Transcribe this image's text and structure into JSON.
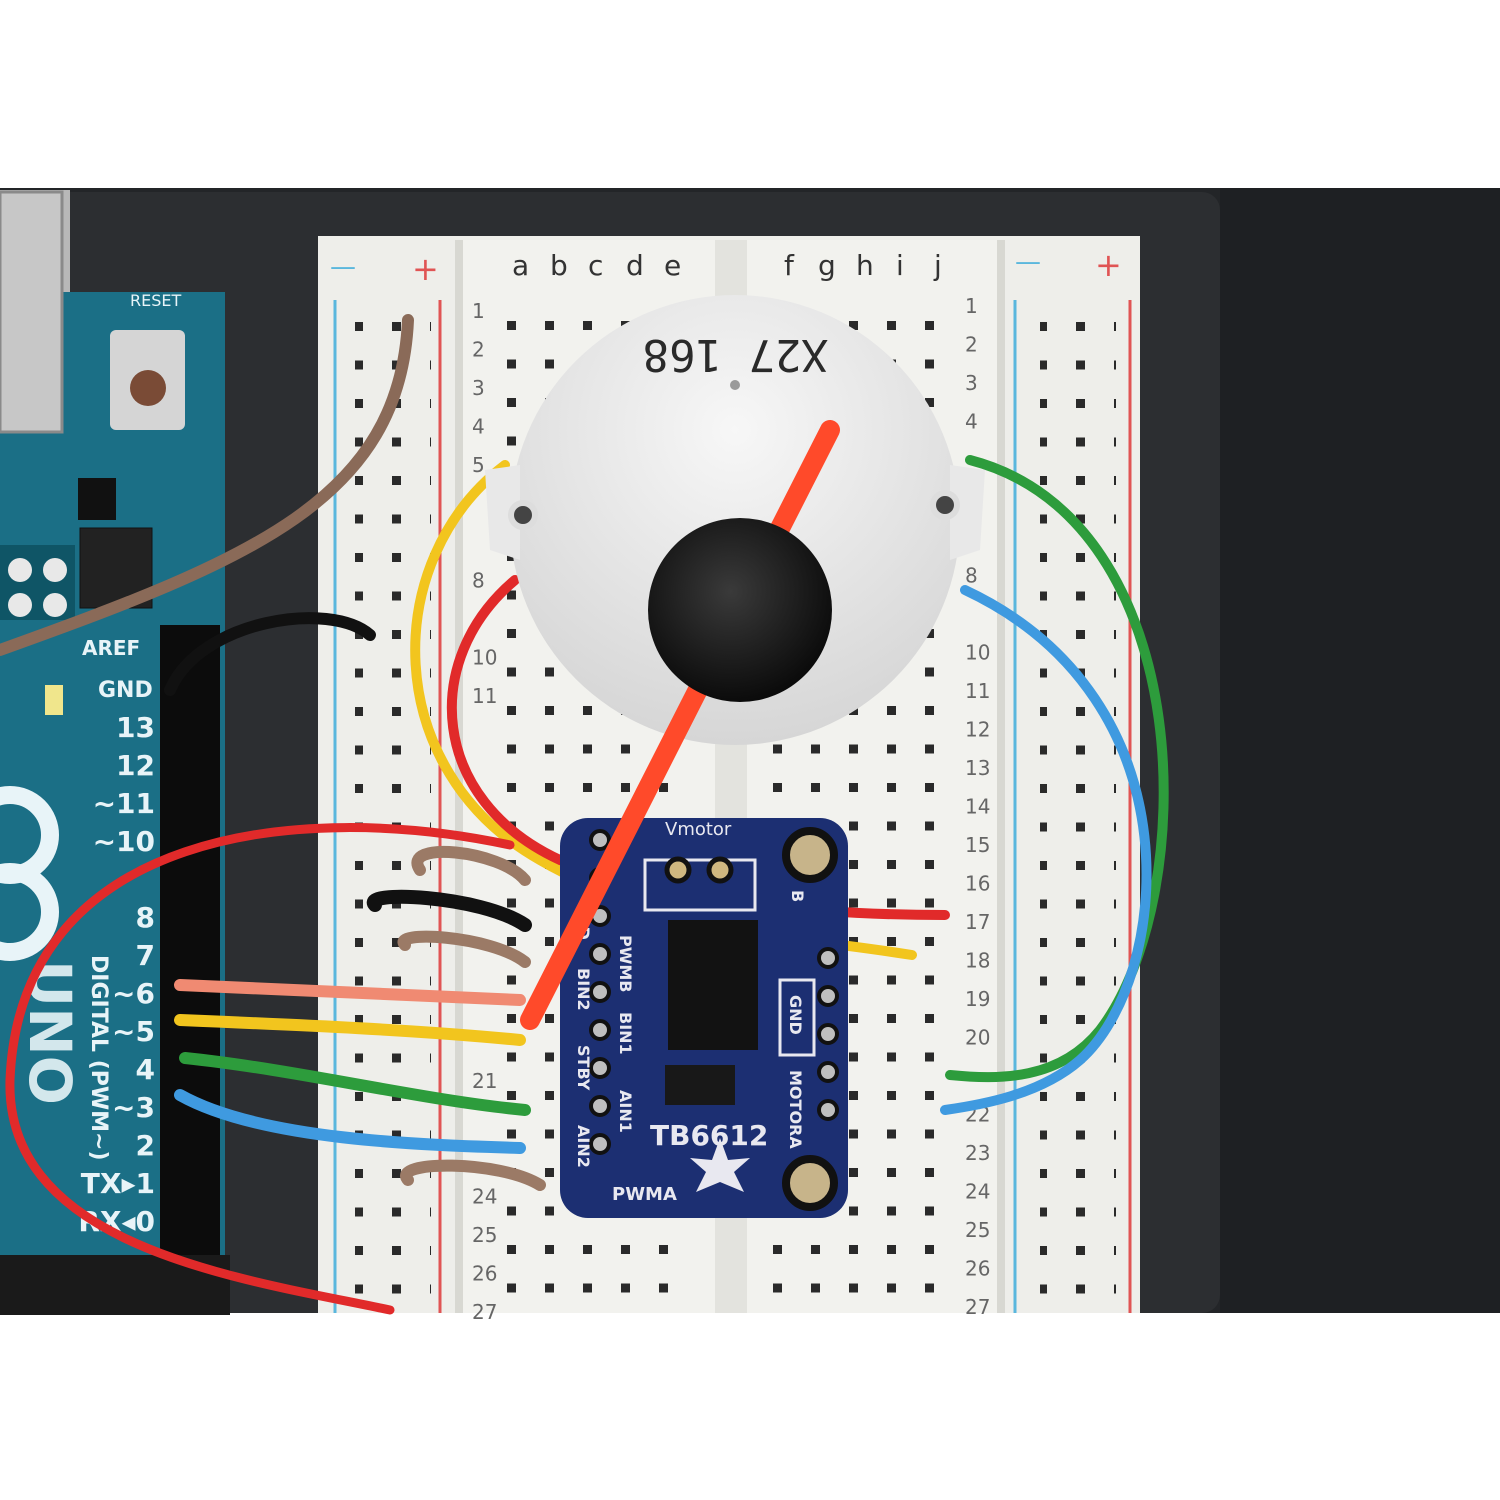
{
  "colors": {
    "backdrop": "#232528",
    "arduino_pcb": "#1b6f86",
    "breadboard": "#eeeeea",
    "rail_blue": "#5ab7dd",
    "rail_red": "#e05454",
    "driver_pcb": "#1c2f72",
    "motor_body": "#e6e6e6",
    "motor_knob": "#151515",
    "pointer": "#ff4a2a"
  },
  "breadboard": {
    "rail_minus_left": "—",
    "rail_plus_left": "+",
    "rail_minus_right": "—",
    "rail_plus_right": "+",
    "cols_left": [
      "a",
      "b",
      "c",
      "d",
      "e"
    ],
    "cols_right": [
      "f",
      "g",
      "h",
      "i",
      "j"
    ],
    "rows_left": [
      "1",
      "2",
      "3",
      "4",
      "5",
      "",
      "",
      "8",
      "",
      "10",
      "11",
      "",
      "",
      "",
      "",
      "",
      "",
      "",
      "",
      "",
      "21",
      "",
      "",
      "24",
      "25",
      "26",
      "27"
    ],
    "rows_right": [
      "1",
      "2",
      "3",
      "4",
      "",
      "",
      "",
      "8",
      "",
      "10",
      "11",
      "12",
      "13",
      "14",
      "15",
      "16",
      "17",
      "18",
      "19",
      "20",
      "",
      "22",
      "23",
      "24",
      "25",
      "26",
      "27"
    ]
  },
  "arduino": {
    "reset": "RESET",
    "aref": "AREF",
    "gnd": "GND",
    "pins": [
      "13",
      "12",
      "~11",
      "~10",
      "",
      "8",
      "7",
      "~6",
      "~5",
      "4",
      "~3",
      "2",
      "TX▸1",
      "RX◂0"
    ],
    "digital": "DIGITAL (PWM~)",
    "uno": "UNO"
  },
  "motor": {
    "label": "X27 168"
  },
  "driver": {
    "name": "TB6612",
    "vmotor": "Vmotor",
    "gnd_top": "GND",
    "gnd_side": "GND",
    "pwmb": "PWMB",
    "bin2": "BIN2",
    "bin1": "BIN1",
    "stby": "STBY",
    "ain1": "AIN1",
    "ain2": "AIN2",
    "pwma": "PWMA",
    "motora": "MOTORA",
    "motorb": "B"
  }
}
